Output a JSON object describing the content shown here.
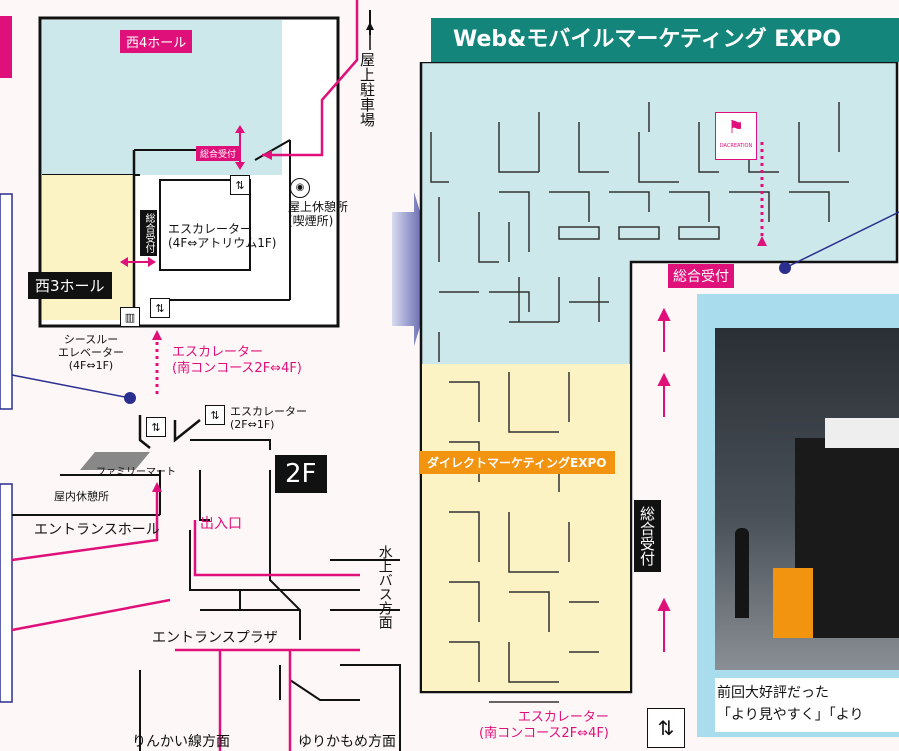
{
  "left_map": {
    "hall_west4": "西4ホール",
    "hall_west3": "西3ホール",
    "rooftop_parking": "屋上駐車場",
    "reception_small": "総合受付",
    "reception_vertical": "総合受付",
    "escalator_4f": "エスカレーター\n(4F⇔アトリウム1F)",
    "rooftop_rest": "屋上休憩所\n(喫煙所)",
    "seethrough_elevator": "シースルー\nエレベーター\n(4F⇔1F)",
    "escalator_south_pink": "エスカレーター\n(南コンコース2F⇔4F)",
    "escalator_2f1f": "エスカレーター\n(2F⇔1F)",
    "floor_badge": "2F",
    "familymart": "ファミリーマート",
    "indoor_rest": "屋内休憩所",
    "entrance_hall": "エントランスホール",
    "exit_entrance": "出入口",
    "water_bus": "水上バス方面",
    "entrance_plaza": "エントランスプラザ",
    "rinkai_line": "りんかい線方面",
    "yurikamome": "ゆりかもめ方面"
  },
  "right_map": {
    "title": "Web&モバイルマーケティング EXPO",
    "reception": "総合受付",
    "direct_expo": "ダイレクトマーケティングEXPO",
    "reception_vertical": "総合受付",
    "escalator_bottom": "エスカレーター\n(南コンコース2F⇔4F)",
    "booth_logo_text": "DACREATION",
    "photo_caption_1": "前回大好評だった",
    "photo_caption_2": "「より見やすく」「より"
  },
  "colors": {
    "pink": "#e0107a",
    "teal": "#13857a",
    "light_blue": "#cde8ea",
    "light_yellow": "#fbf3c4",
    "navy": "#2a2f8f",
    "photo_border": "#a9dcec"
  }
}
